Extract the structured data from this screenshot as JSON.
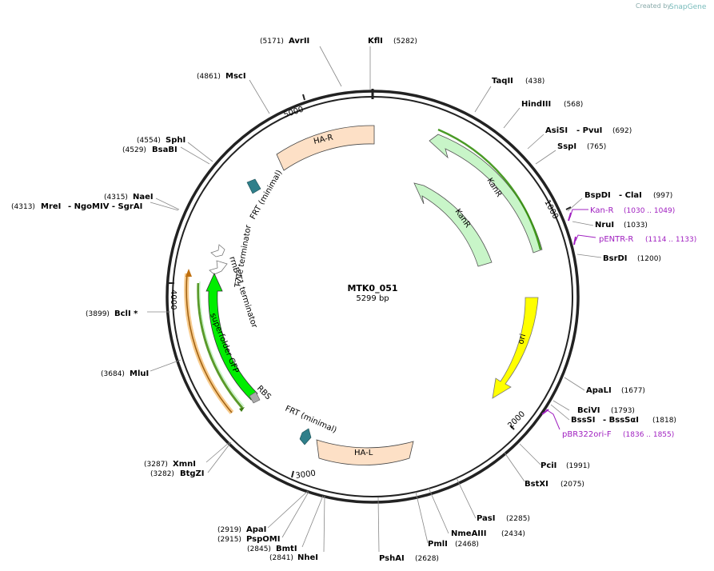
{
  "credit": {
    "prefix": "Created by",
    "brand": "SnapGene"
  },
  "plasmid": {
    "name": "MTK0_051",
    "size_label": "5299 bp"
  },
  "ticks": [
    "1000",
    "2000",
    "3000",
    "4000",
    "5000"
  ],
  "enzymes": [
    {
      "name": "KflI",
      "pos": "(5282)"
    },
    {
      "name": "AvrII",
      "pos": "(5171)"
    },
    {
      "name": "TaqII",
      "pos": "(438)"
    },
    {
      "name": "HindIII",
      "pos": "(568)"
    },
    {
      "name": "AsiSI",
      "pos": "(692)",
      "extra": "- PvuI"
    },
    {
      "name": "SspI",
      "pos": "(765)"
    },
    {
      "name": "BspDI",
      "pos": "(997)",
      "extra": "- ClaI"
    },
    {
      "name": "NruI",
      "pos": "(1033)"
    },
    {
      "name": "BsrDI",
      "pos": "(1200)"
    },
    {
      "name": "ApaLI",
      "pos": "(1677)"
    },
    {
      "name": "BciVI",
      "pos": "(1793)"
    },
    {
      "name": "BssSI",
      "pos": "(1818)",
      "extra": "- BssSαI"
    },
    {
      "name": "PciI",
      "pos": "(1991)"
    },
    {
      "name": "BstXI",
      "pos": "(2075)"
    },
    {
      "name": "PasI",
      "pos": "(2285)"
    },
    {
      "name": "NmeAIII",
      "pos": "(2434)"
    },
    {
      "name": "PmlI",
      "pos": "(2468)"
    },
    {
      "name": "PshAI",
      "pos": "(2628)"
    },
    {
      "name": "NheI",
      "pos": "(2841)"
    },
    {
      "name": "BmtI",
      "pos": "(2845)"
    },
    {
      "name": "PspOMI",
      "pos": "(2915)"
    },
    {
      "name": "ApaI",
      "pos": "(2919)"
    },
    {
      "name": "BtgZI",
      "pos": "(3282)"
    },
    {
      "name": "XmnI",
      "pos": "(3287)"
    },
    {
      "name": "MluI",
      "pos": "(3684)"
    },
    {
      "name": "BclI *",
      "pos": "(3899)"
    },
    {
      "name": "MreI",
      "pos": "(4313)",
      "extra": "- NgoMIV  - SgrAI"
    },
    {
      "name": "NaeI",
      "pos": "(4315)"
    },
    {
      "name": "BsaBI",
      "pos": "(4529)"
    },
    {
      "name": "SphI",
      "pos": "(4554)"
    },
    {
      "name": "MscI",
      "pos": "(4861)"
    }
  ],
  "primers": [
    {
      "name": "Kan-R",
      "pos": "(1030 .. 1049)"
    },
    {
      "name": "pENTR-R",
      "pos": "(1114 .. 1133)"
    },
    {
      "name": "pBR322ori-F",
      "pos": "(1836 .. 1855)"
    }
  ],
  "features": {
    "ha_r": "HA-R",
    "kanr_outer": "KanR",
    "kanr_inner": "KanR",
    "ori": "ori",
    "ha_l": "HA-L",
    "frt_top": "FRT (minimal)",
    "frt_bottom": "FRT (minimal)",
    "rbs": "RBS",
    "sfgfp": "superfolder GFP",
    "rrnb": "rrnB T1 terminator",
    "t7te": "T7Te terminator"
  },
  "colors": {
    "backbone": "#222222",
    "ha": "#fde0c6",
    "kanr": "#c8f5c8",
    "ori": "#ffff00",
    "gfp": "#00ee00",
    "frt": "#2f7f8a",
    "primer": "#a020c0",
    "orange": "#f0a030"
  }
}
